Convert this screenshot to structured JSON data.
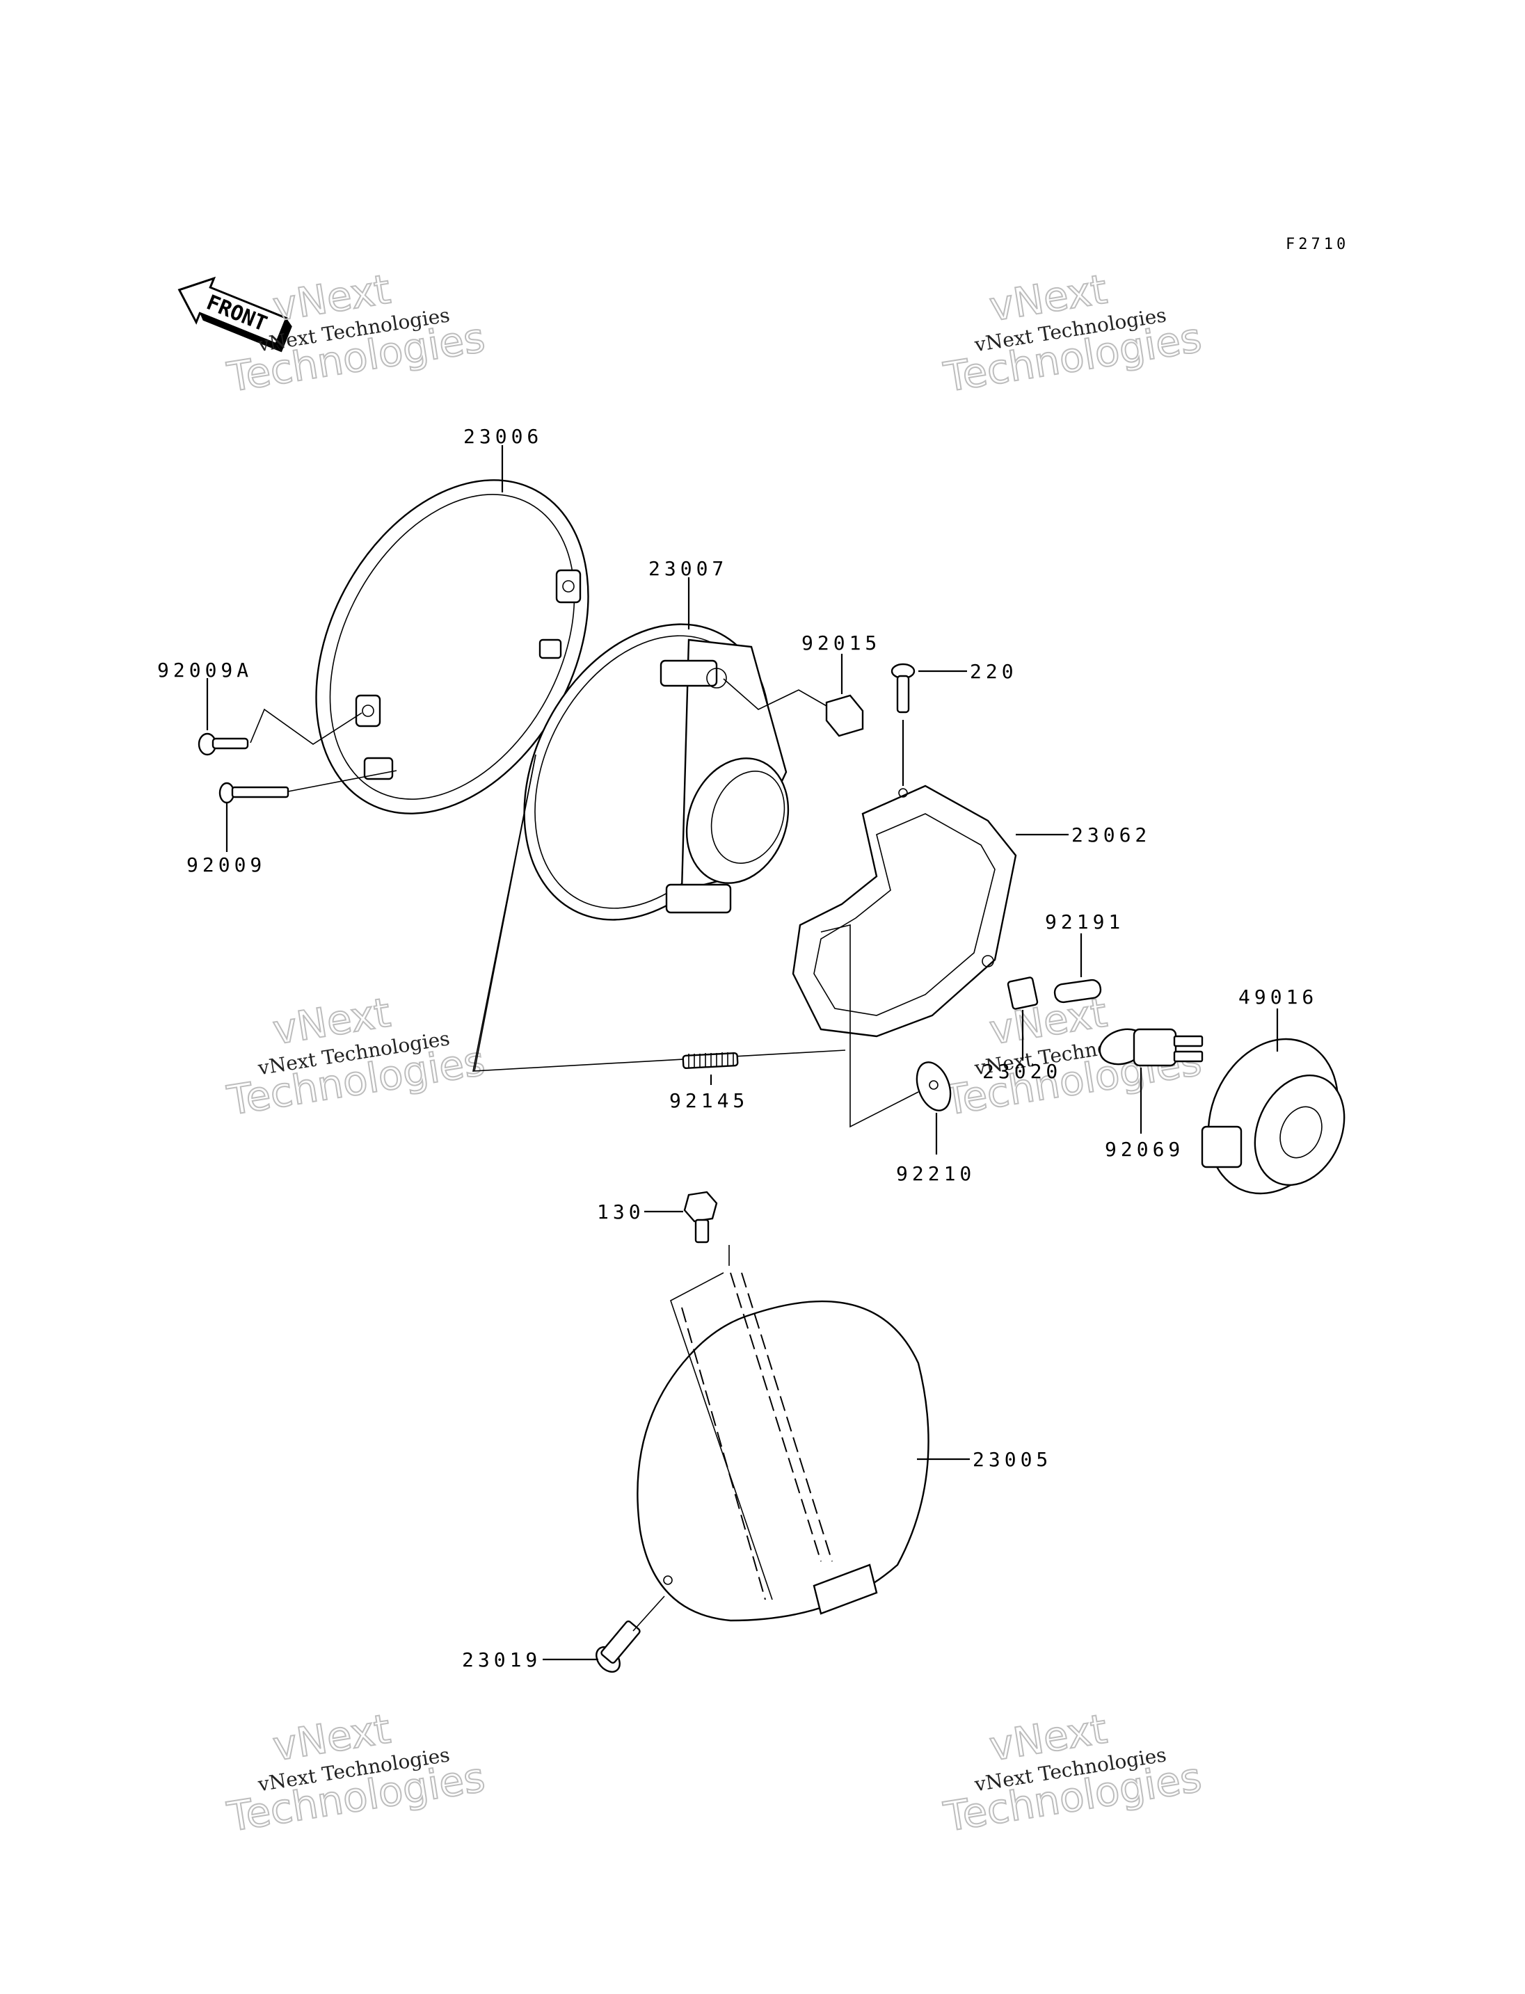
{
  "diagram_code": "F2710",
  "direction_label": "FRONT",
  "watermark": {
    "line": "vNext Technologies",
    "big_top": "vNext",
    "big_bottom": "Technologies"
  },
  "parts": {
    "rim": "23006",
    "unit": "23007",
    "nut": "92015",
    "screw_220": "220",
    "screw_a": "92009A",
    "screw": "92009",
    "bracket": "23062",
    "collar": "92191",
    "cap": "49016",
    "clip": "23020",
    "spring": "92145",
    "bulb": "92069",
    "washer": "92210",
    "bolt": "130",
    "housing": "23005",
    "holder": "23019"
  }
}
